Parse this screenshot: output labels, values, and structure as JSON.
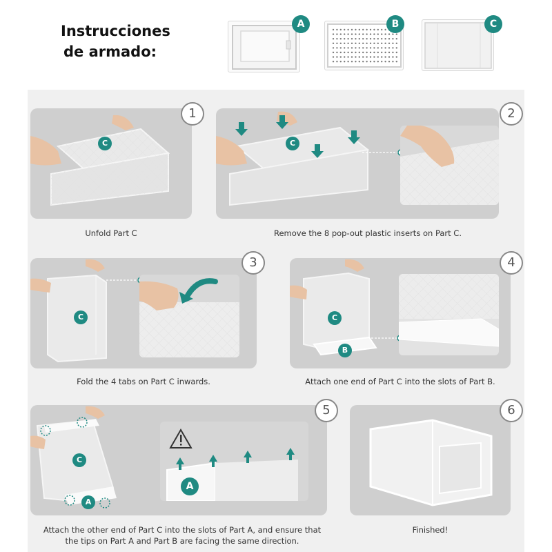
{
  "header": {
    "title_line1": "Instrucciones",
    "title_line2": "de armado:",
    "parts": [
      {
        "label": "A"
      },
      {
        "label": "B"
      },
      {
        "label": "C"
      }
    ]
  },
  "steps": [
    {
      "number": "1",
      "caption": "Unfold Part C",
      "part_labels": [
        "C"
      ]
    },
    {
      "number": "2",
      "caption": "Remove the 8 pop-out plastic inserts on Part C.",
      "part_labels": [
        "C"
      ]
    },
    {
      "number": "3",
      "caption": "Fold the 4 tabs on Part C inwards.",
      "part_labels": [
        "C"
      ]
    },
    {
      "number": "4",
      "caption": "Attach one end of Part C into the slots of Part B.",
      "part_labels": [
        "C",
        "B"
      ]
    },
    {
      "number": "5",
      "caption_line1": "Attach the other end of Part C into the slots of Part A, and ensure that",
      "caption_line2": "the tips on Part A and Part B are facing the same direction.",
      "part_labels": [
        "C",
        "A",
        "A"
      ]
    },
    {
      "number": "6",
      "caption": "Finished!"
    }
  ],
  "colors": {
    "accent": "#1f8a82",
    "panel": "#cfcfcf",
    "background": "#f0f0f0"
  },
  "icons": [
    "arrow-down-icon",
    "arrow-up-icon",
    "warning-icon",
    "curved-arrow-icon"
  ]
}
